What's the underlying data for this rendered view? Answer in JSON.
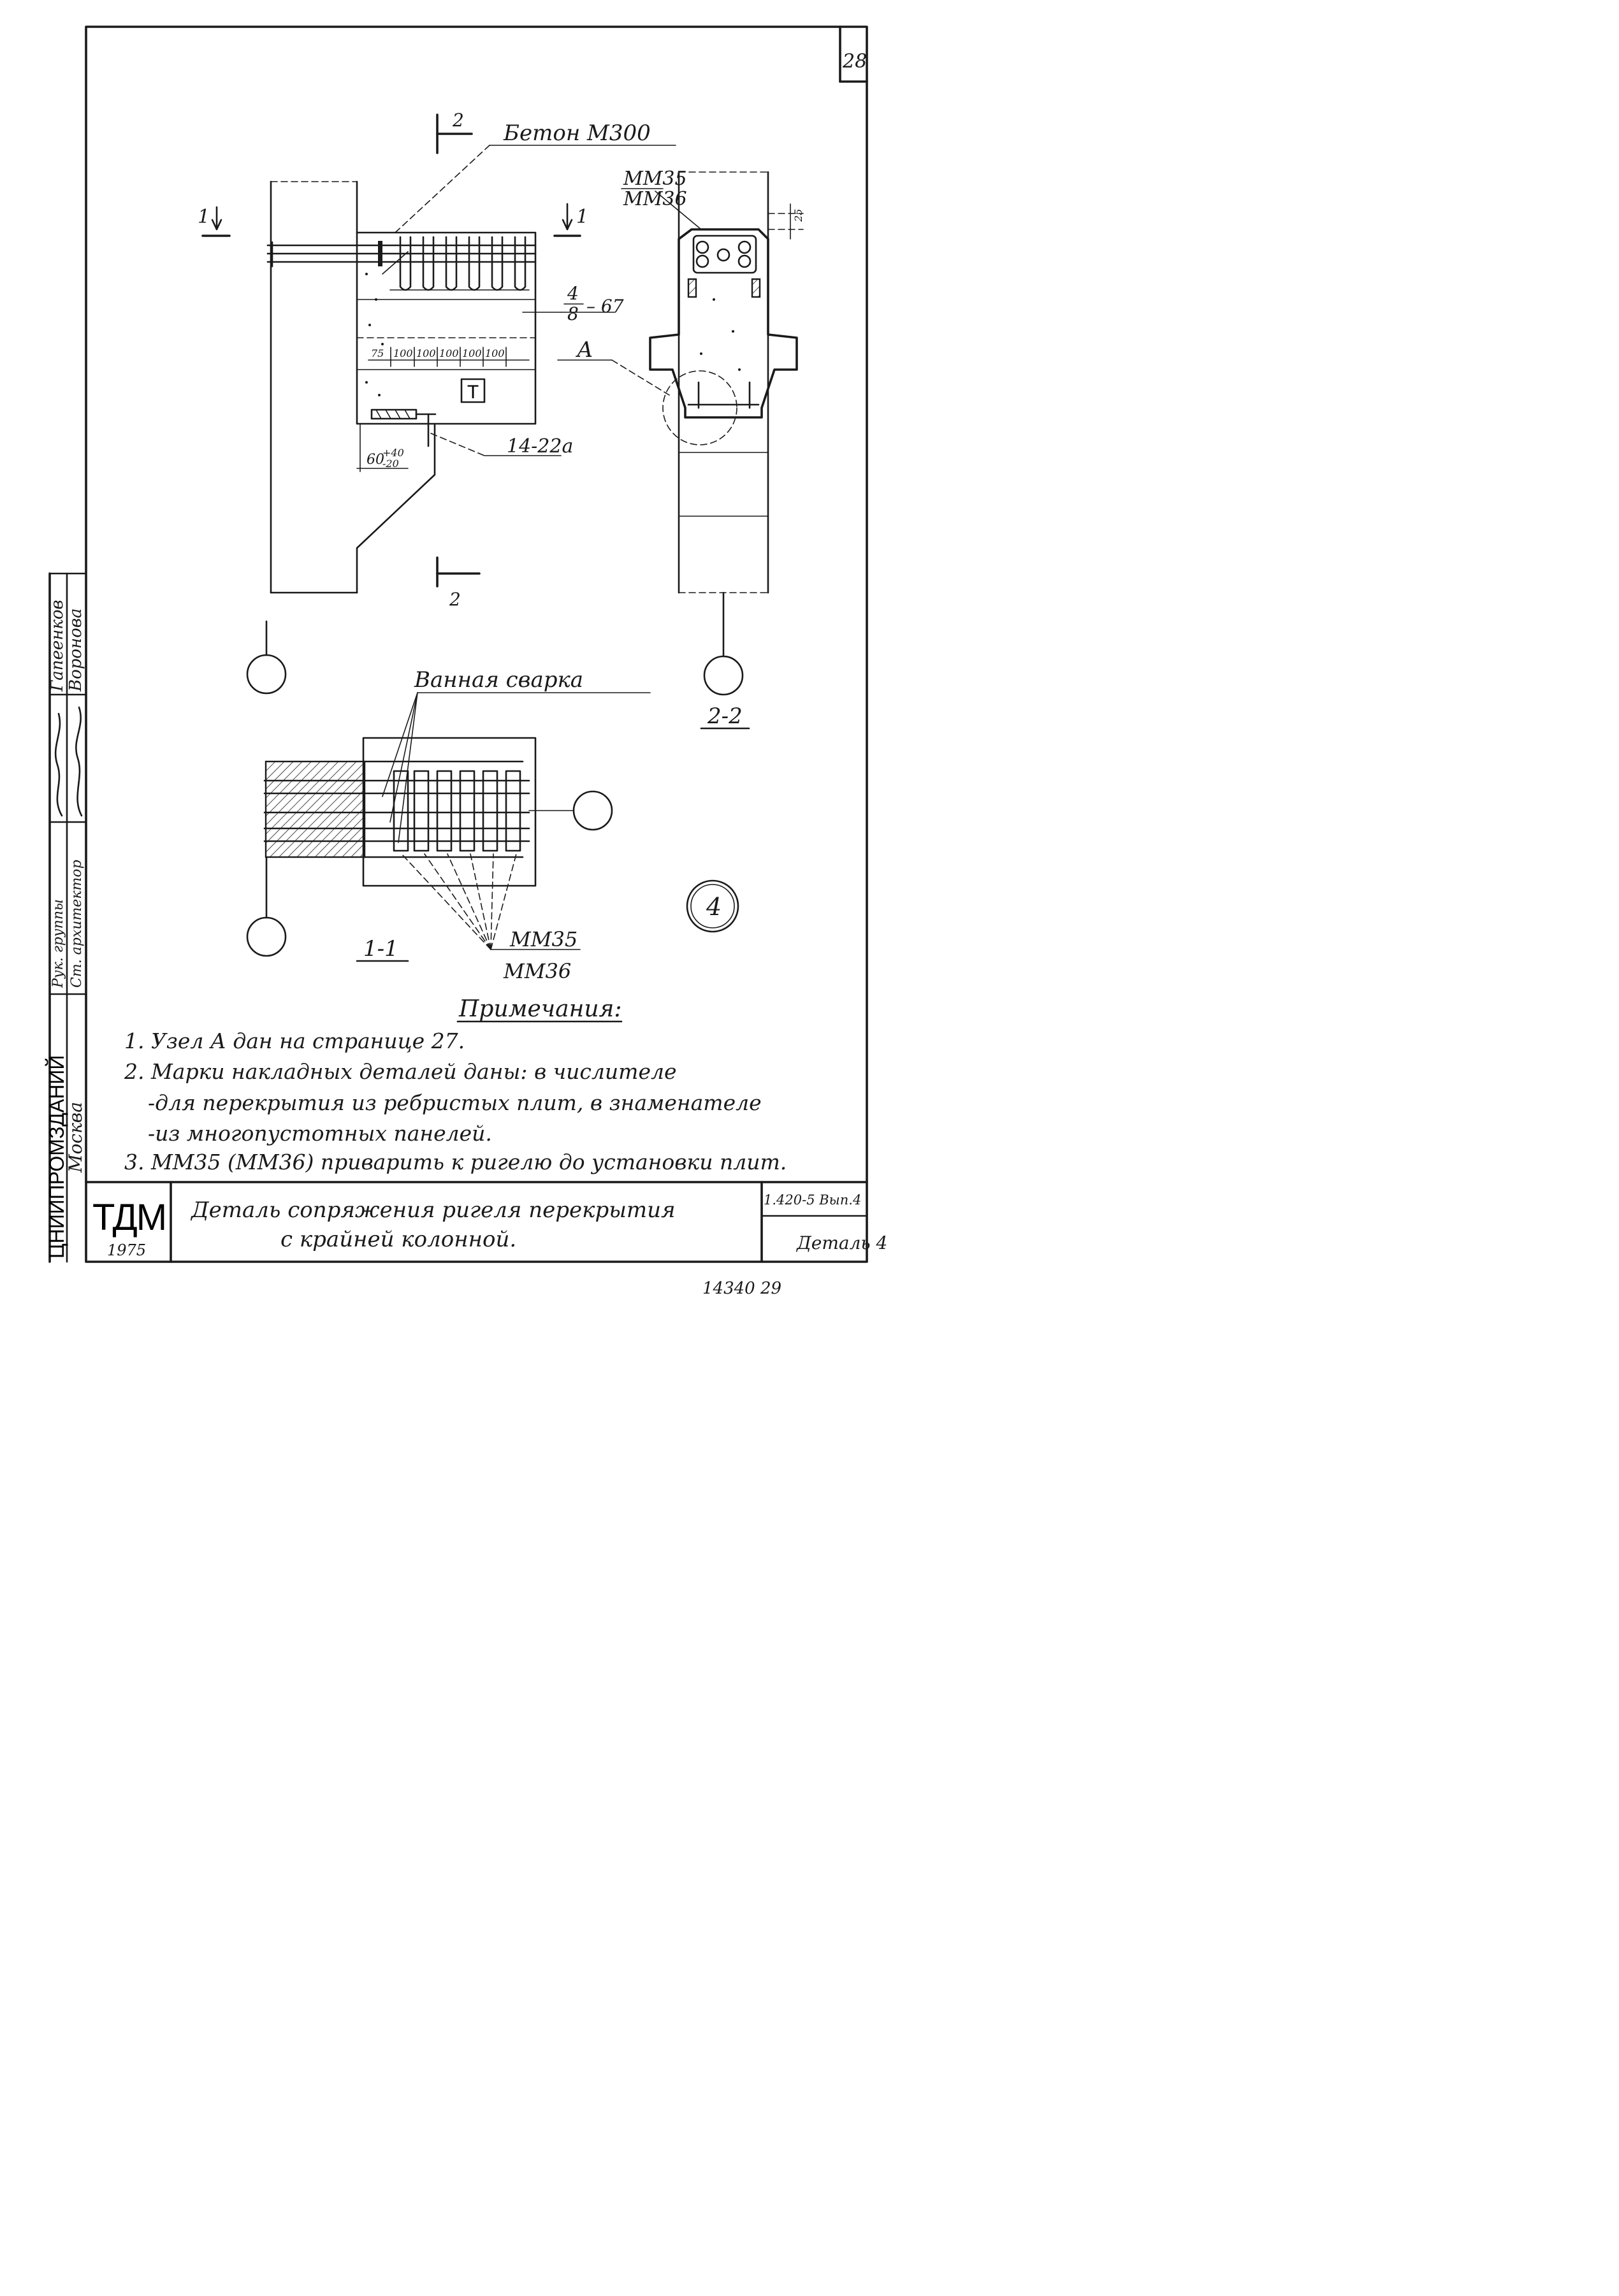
{
  "sheet": {
    "page_number": "28",
    "document_code": "1.420-5 Вып.4",
    "detail_label": "Деталь 4",
    "title_line1": "Деталь сопряжения ригеля перекрытия",
    "title_line2": "с крайней колонной.",
    "org_logo": "ТДМ",
    "year": "1975",
    "footer_numbers": "14340   29",
    "org_vertical": "ЦНИИПРОМЗДАНИЙ",
    "city_vertical": "Москва"
  },
  "stamp": {
    "roles": [
      "Рук. группы",
      "Ст. архитектор"
    ],
    "names": [
      "Гапеенков",
      "Воронова"
    ]
  },
  "section_markers": {
    "top_cut": "2",
    "bottom_cut": "2",
    "left_cut": "1",
    "right_cut": "1"
  },
  "elevation_labels": {
    "concrete": "Бетон М300",
    "marks_top": "ММ35",
    "marks_bottom": "ММ36",
    "ratio_num": "4",
    "ratio_den": "8",
    "ratio_suffix": "– 67",
    "node": "А",
    "dim_25": "25",
    "dims": [
      "75",
      "100",
      "100",
      "100",
      "100",
      "100"
    ],
    "beam_letter": "Т",
    "weld_mark": "14-22а",
    "gap_base": "60",
    "gap_plus": "+40",
    "gap_minus": "-20"
  },
  "section_labels": {
    "bath_weld": "Ванная сварка",
    "section_2_2": "2-2",
    "section_1_1": "1-1",
    "marks_top": "ММ35",
    "marks_bottom": "ММ36",
    "circle_number": "4"
  },
  "notes": {
    "heading": "Примечания:",
    "items": [
      "1. Узел А дан на странице 27.",
      "2. Марки накладных деталей даны: в числителе",
      "-для перекрытия из ребристых плит, в знаменателе",
      "-из многопустотных панелей.",
      "3. ММ35 (ММ36) приварить к ригелю до установки плит."
    ]
  }
}
